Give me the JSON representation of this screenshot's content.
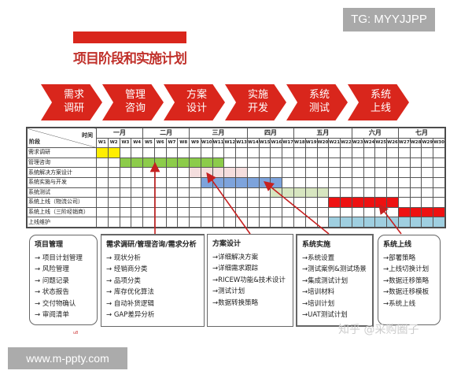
{
  "watermark": "TG: MYYJJPP",
  "title": "项目阶段和实施计划",
  "phases": [
    "需求\n调研",
    "管理\n咨询",
    "方案\n设计",
    "实施\n开发",
    "系统\n测试",
    "系统\n上线"
  ],
  "gantt": {
    "header_stage": "阶段",
    "header_time": "时间",
    "months": [
      {
        "label": "一月",
        "weeks": 4
      },
      {
        "label": "二月",
        "weeks": 4
      },
      {
        "label": "三月",
        "weeks": 5
      },
      {
        "label": "四月",
        "weeks": 4
      },
      {
        "label": "五月",
        "weeks": 5
      },
      {
        "label": "六月",
        "weeks": 4
      },
      {
        "label": "七月",
        "weeks": 4
      }
    ],
    "weeks": [
      "W1",
      "W2",
      "W3",
      "W4",
      "W5",
      "W6",
      "W7",
      "W8",
      "W9",
      "W10",
      "W11",
      "W12",
      "W13",
      "W14",
      "W15",
      "W16",
      "W17",
      "W18",
      "W19",
      "W20",
      "W21",
      "W22",
      "W23",
      "W24",
      "W25",
      "W26",
      "W27",
      "W28",
      "W29",
      "W30"
    ],
    "tasks": [
      {
        "name": "需求调研",
        "start": 1,
        "end": 2,
        "color": "#ffee00"
      },
      {
        "name": "管理咨询",
        "start": 3,
        "end": 11,
        "color": "#8ccc4a"
      },
      {
        "name": "系统解决方案设计",
        "start": 9,
        "end": 13,
        "color": "#f5dede"
      },
      {
        "name": "系统实施与开发",
        "start": 10,
        "end": 16,
        "color": "#7da3dc"
      },
      {
        "name": "系统测试",
        "start": 16,
        "end": 20,
        "color": "#d7e6c0"
      },
      {
        "name": "系统上线（物流公司）",
        "start": 21,
        "end": 26,
        "color": "#ee1111"
      },
      {
        "name": "系统上线（三阶经销商）",
        "start": 27,
        "end": 30,
        "color": "#ee1111"
      },
      {
        "name": "上线维护",
        "start": 21,
        "end": 30,
        "color": "#9fcfe0"
      }
    ]
  },
  "boxes": [
    {
      "title": "项目管理",
      "items": [
        "→  项目计划管理",
        "→  风险管理",
        "→  问题记录",
        "→  状态报告",
        "→  交付物确认",
        "→  审阅清单"
      ]
    },
    {
      "title": "需求调研/管理咨询/需求分析",
      "items": [
        "→  现状分析",
        "→  经销商分类",
        "→  品项分类",
        "→  库存优化算法",
        "→  自动补货逻辑",
        "→  GAP差异分析"
      ]
    },
    {
      "title": "方案设计",
      "items": [
        "→详细解决方案",
        "→详细需求跟踪",
        "→RICEW功能&技术设计",
        "→测试计划",
        "→数据转换策略"
      ]
    },
    {
      "title": "系统实施",
      "items": [
        "→系统设置",
        "→测试案例&测试场景",
        "→集成测试计划",
        "→培训材料",
        "→培训计划",
        "→UAT测试计划"
      ]
    },
    {
      "title": "系统上线",
      "items": [
        "→部署策略",
        "→上线切换计划",
        "→数据迁移策略",
        "→数据迁移模板",
        "→系统上线"
      ]
    }
  ],
  "page_mark": "u8",
  "zhihu_watermark": "知乎 @采购圈子",
  "site_url": "www.m-ppty.com"
}
